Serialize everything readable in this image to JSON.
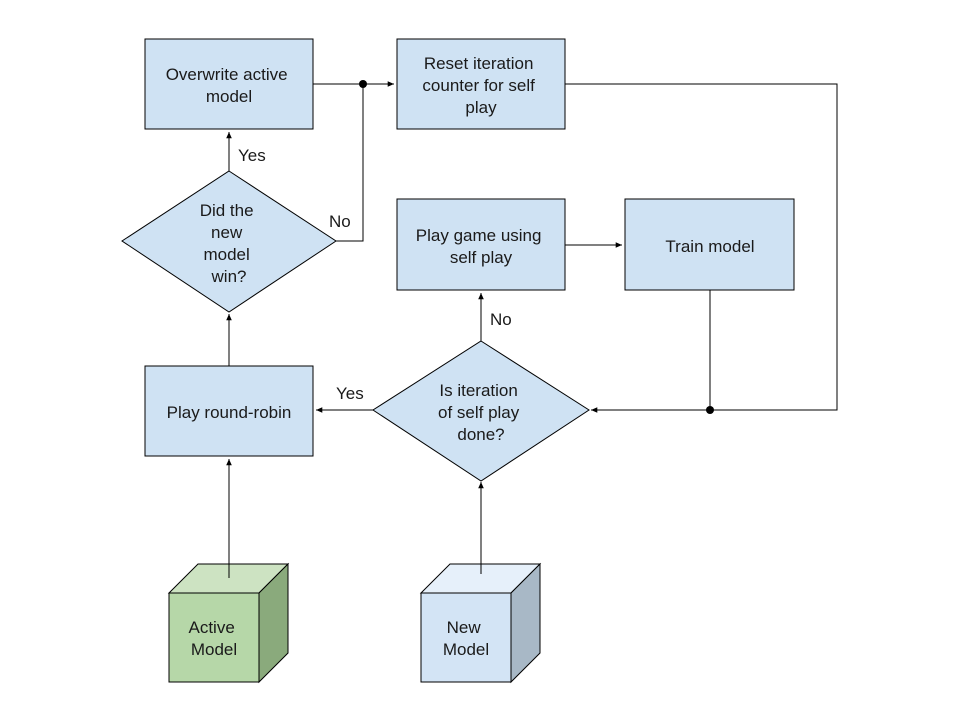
{
  "nodes": {
    "overwrite": {
      "lines": [
        "Overwrite active",
        "model"
      ]
    },
    "reset": {
      "lines": [
        "Reset iteration",
        "counter for self",
        "play"
      ]
    },
    "did_win": {
      "lines": [
        "Did the",
        "new",
        "model",
        "win?"
      ]
    },
    "play_game": {
      "lines": [
        "Play game using",
        "self play"
      ]
    },
    "train": {
      "lines": [
        "Train model"
      ]
    },
    "round_robin": {
      "lines": [
        "Play round-robin"
      ]
    },
    "is_done": {
      "lines": [
        "Is iteration",
        "of self play",
        "done?"
      ]
    },
    "active_model": {
      "lines": [
        "Active",
        "Model"
      ]
    },
    "new_model": {
      "lines": [
        "New",
        "Model"
      ]
    }
  },
  "edge_labels": {
    "yes_win": "Yes",
    "no_win": "No",
    "no_done": "No",
    "yes_done": "Yes"
  },
  "colors": {
    "process_fill": "#cfe2f3",
    "stroke": "#000000",
    "active_cube_front": "#b6d7a8",
    "active_cube_top": "#cde3c2",
    "active_cube_side": "#8aaa7c",
    "new_cube_front": "#d3e4f5",
    "new_cube_top": "#e6f0fa",
    "new_cube_side": "#a8b8c6"
  }
}
